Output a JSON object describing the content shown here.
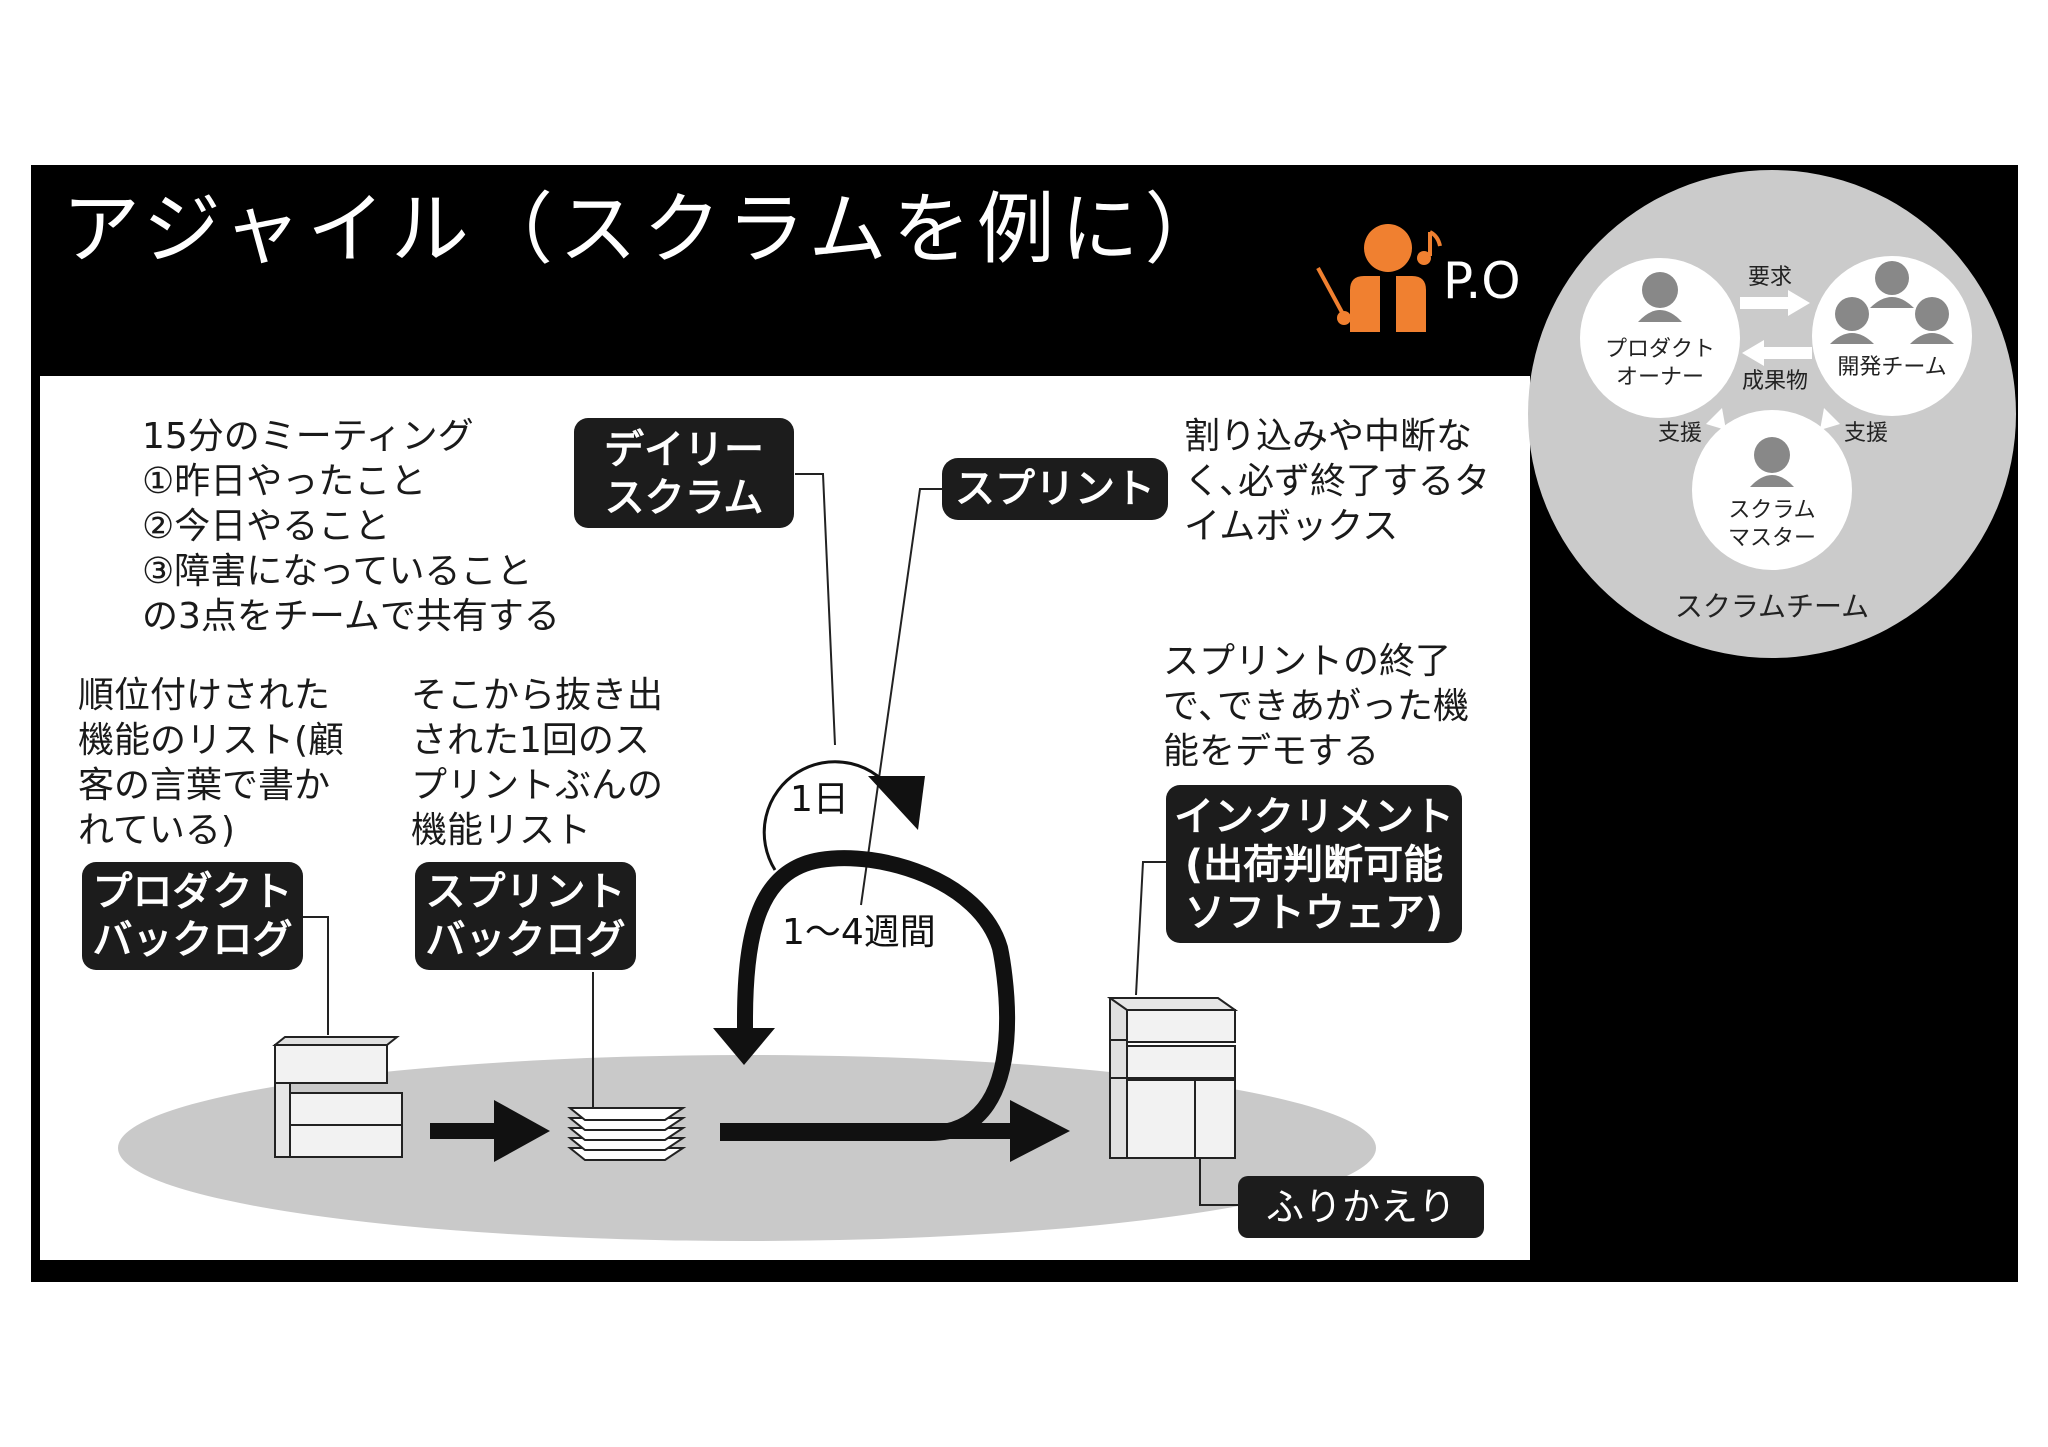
{
  "title": "アジャイル（スクラムを例に）",
  "po_label": "P.O",
  "notes": {
    "meeting": "15分のミーティング\n①昨日やったこと\n②今日やること\n③障害になっていること\nの3点をチームで共有する",
    "sprint_desc": "割り込みや中断な\nく､必ず終了するタ\nイムボックス",
    "product_backlog_desc": "順位付けされた\n機能のリスト(顧\n客の言葉で書か\nれている)",
    "sprint_backlog_desc": "そこから抜き出\nされた1回のス\nプリントぶんの\n機能リスト",
    "increment_desc": "スプリントの終了\nで､できあがった機\n能をデモする"
  },
  "labels": {
    "daily_scrum": "デイリー\nスクラム",
    "sprint": "スプリント",
    "product_backlog": "プロダクト\nバックログ",
    "sprint_backlog": "スプリント\nバックログ",
    "increment": "インクリメント\n(出荷判断可能\nソフトウェア)",
    "retrospective": "ふりかえり",
    "one_day": "1日",
    "one_to_four_weeks": "1～4週間"
  },
  "scrum_team": {
    "title": "スクラムチーム",
    "product_owner": "プロダクト\nオーナー",
    "dev_team": "開発チーム",
    "scrum_master": "スクラム\nマスター",
    "request": "要求",
    "deliverable": "成果物",
    "support_left": "支援",
    "support_right": "支援"
  },
  "colors": {
    "accent_orange": "#f08030",
    "dark": "#1c1c1c",
    "gray": "#c9c9c9"
  }
}
